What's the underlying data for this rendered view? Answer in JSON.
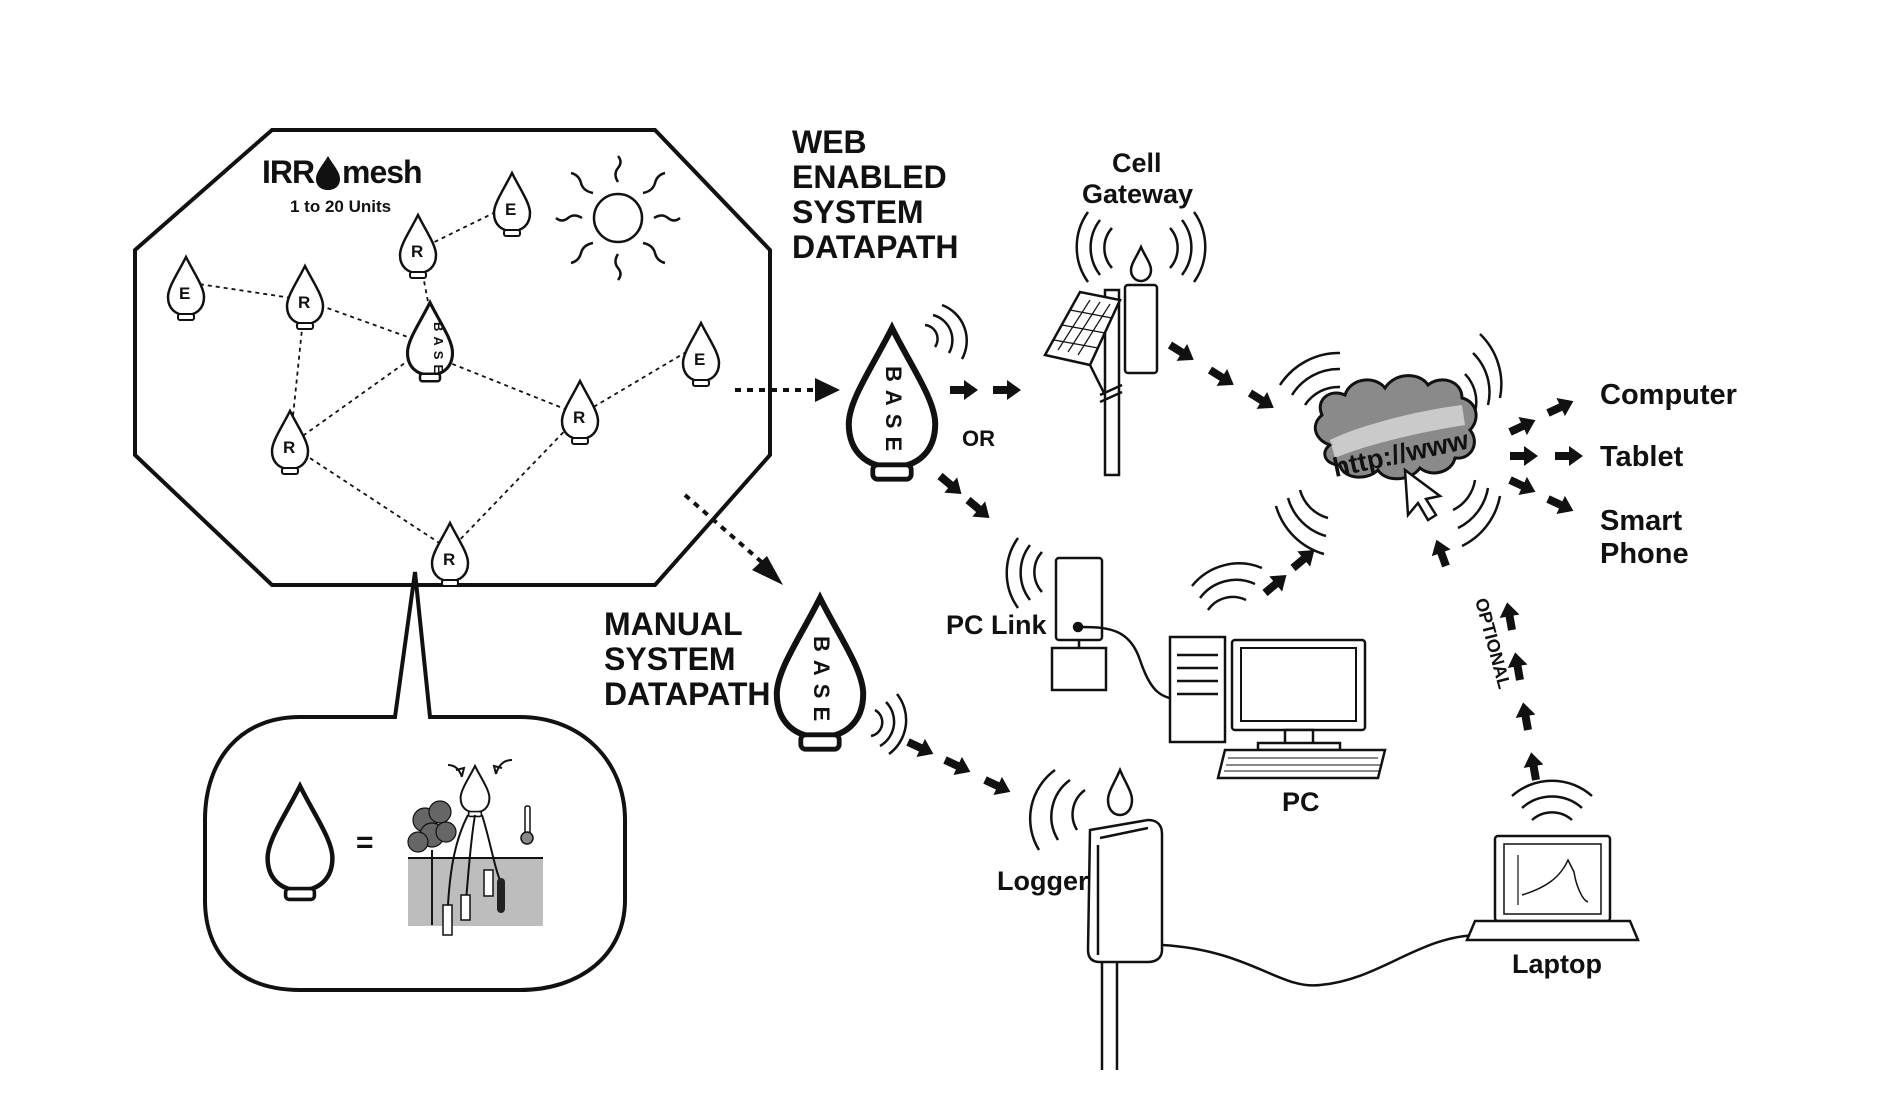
{
  "logo": {
    "brand_prefix": "IRR",
    "brand_suffix": "mesh",
    "units": "1 to 20 Units"
  },
  "mesh_nodes": {
    "base": "BASE",
    "repeater": "R",
    "end": "E"
  },
  "legend": {
    "equals": "="
  },
  "web_path": {
    "title_lines": [
      "WEB",
      "ENABLED",
      "SYSTEM",
      "DATAPATH"
    ],
    "base_text": "BASE",
    "or": "OR",
    "cell_gateway_lines": [
      "Cell",
      "Gateway"
    ],
    "pc_link": "PC Link",
    "pc": "PC"
  },
  "manual_path": {
    "title_lines": [
      "MANUAL",
      "SYSTEM",
      "DATAPATH"
    ],
    "base_text": "BASE",
    "logger": "Logger",
    "laptop": "Laptop",
    "optional": "OPTIONAL"
  },
  "cloud": {
    "url_text": "http://www"
  },
  "outputs": {
    "computer": "Computer",
    "tablet": "Tablet",
    "smart_phone_lines": [
      "Smart",
      "Phone"
    ]
  },
  "colors": {
    "ink": "#111111",
    "cloud_fill": "#8a8a8a",
    "soil": "#bdbdbd"
  }
}
